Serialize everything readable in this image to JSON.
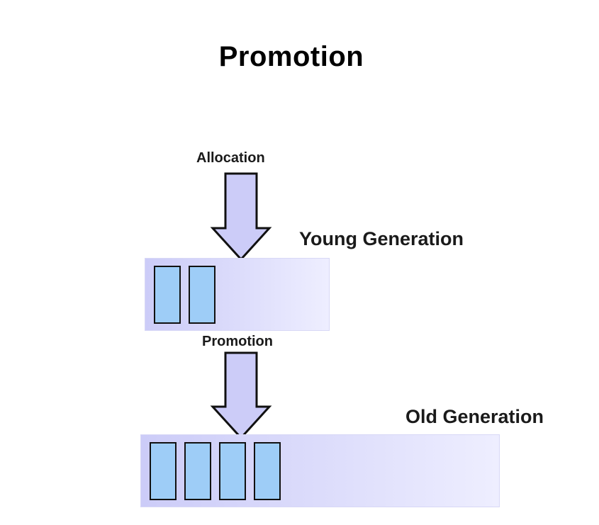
{
  "title": "Promotion",
  "arrows": {
    "allocation_label": "Allocation",
    "promotion_label": "Promotion"
  },
  "generations": {
    "young": {
      "label": "Young Generation",
      "object_count": 2
    },
    "old": {
      "label": "Old Generation",
      "object_count": 4
    }
  },
  "colors": {
    "arrow_fill": "#ccccf8",
    "arrow_stroke": "#111111",
    "heap_fill": "#dcdcfb",
    "object_fill": "#9ecdf7",
    "object_stroke": "#111111"
  }
}
